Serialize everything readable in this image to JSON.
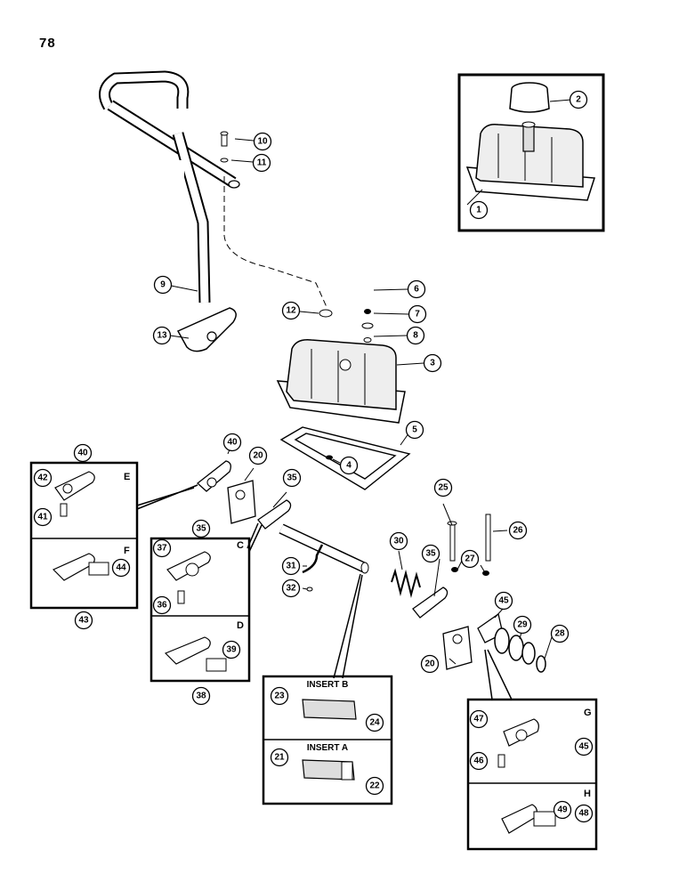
{
  "page_number": "78",
  "callouts": [
    "1",
    "2",
    "3",
    "4",
    "5",
    "6",
    "7",
    "8",
    "9",
    "10",
    "11",
    "12",
    "13",
    "20",
    "20",
    "21",
    "22",
    "23",
    "24",
    "25",
    "26",
    "27",
    "28",
    "29",
    "30",
    "31",
    "32",
    "35",
    "35",
    "35",
    "35",
    "36",
    "37",
    "38",
    "39",
    "40",
    "40",
    "41",
    "42",
    "43",
    "44",
    "45",
    "45",
    "46",
    "47",
    "48",
    "49"
  ],
  "box_letters": [
    "C",
    "D",
    "E",
    "F",
    "G",
    "H"
  ],
  "insert_titles": [
    "INSERT B",
    "INSERT A"
  ]
}
